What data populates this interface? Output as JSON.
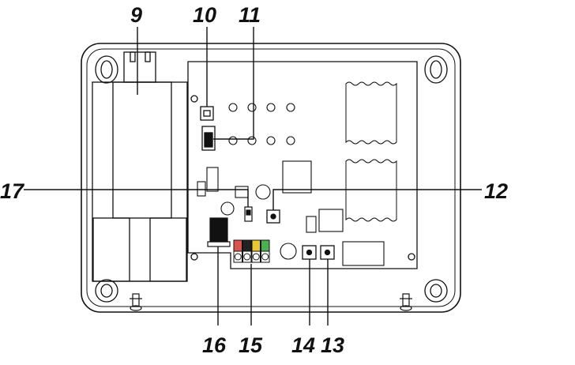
{
  "diagram": {
    "callouts": [
      {
        "id": "c9",
        "label": "9"
      },
      {
        "id": "c10",
        "label": "10"
      },
      {
        "id": "c11",
        "label": "11"
      },
      {
        "id": "c12",
        "label": "12"
      },
      {
        "id": "c13",
        "label": "13"
      },
      {
        "id": "c14",
        "label": "14"
      },
      {
        "id": "c15",
        "label": "15"
      },
      {
        "id": "c16",
        "label": "16"
      },
      {
        "id": "c17",
        "label": "17"
      }
    ],
    "terminal_colors": [
      "#d9534f",
      "#222222",
      "#e8c832",
      "#4caf50"
    ],
    "stroke_color": "#111111"
  }
}
